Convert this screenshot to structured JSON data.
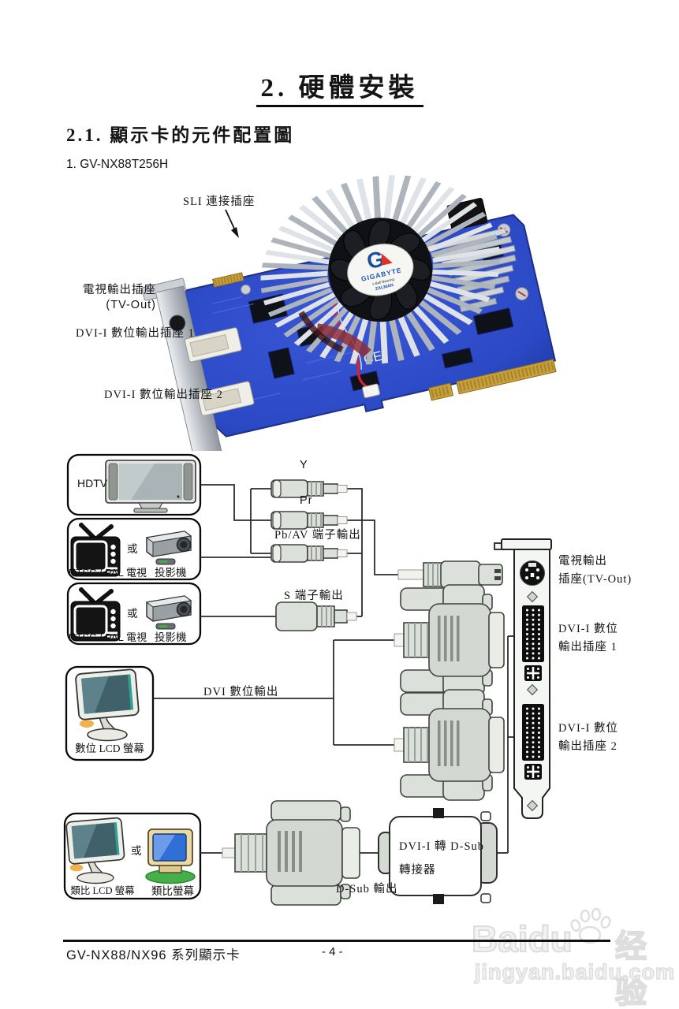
{
  "page": {
    "title": "2. 硬體安裝"
  },
  "section": {
    "heading": "2.1. 顯示卡的元件配置圖",
    "item": "1. GV-NX88T256H"
  },
  "photo": {
    "labels": {
      "sli": "SLI 連接插座",
      "tv_out_1": "電視輸出插座",
      "tv_out_2": "(TV-Out)",
      "dvi1": "DVI-I 數位輸出插座 1",
      "dvi2": "DVI-I 數位輸出插座 2"
    },
    "fan_sticker": {
      "brand": "GIGABYTE",
      "line2": "1-Ball Bearing",
      "line3": "ZALMAN"
    },
    "pcb_mark": "CE"
  },
  "diagram": {
    "devices": {
      "hdtv": "HDTV",
      "ntsc_tv": "NTSC / PAL 電視",
      "or": "或",
      "projector": "投影機",
      "digital_lcd": "數位 LCD 螢幕",
      "analog_lcd": "類比 LCD 螢幕",
      "analog_crt": "類比螢幕"
    },
    "signals": {
      "y": "Y",
      "pr": "Pr",
      "pbav": "Pb/AV 端子輸出",
      "s": "S 端子輸出",
      "dvi": "DVI 數位輸出",
      "dsub": "D-Sub 輸出"
    },
    "adapter": {
      "line1": "DVI-I 轉 D-Sub",
      "line2": "轉接器"
    },
    "bracket": {
      "tv_1": "電視輸出",
      "tv_2": "插座(TV-Out)",
      "dvi1_1": "DVI-I 數位",
      "dvi1_2": "輸出插座 1",
      "dvi2_1": "DVI-I 數位",
      "dvi2_2": "輸出插座 2"
    }
  },
  "footer": {
    "left": "GV-NX88/NX96 系列顯示卡",
    "page_no": "- 4 -"
  },
  "watermark": {
    "brand": "Baidu",
    "suffix": "经验",
    "url": "jingyan.baidu.com"
  },
  "colors": {
    "pcb_blue": "#2b49c5",
    "gold": "#c9a13b",
    "connector_gray": "#dbe0da",
    "accent_red": "#d9342b"
  }
}
